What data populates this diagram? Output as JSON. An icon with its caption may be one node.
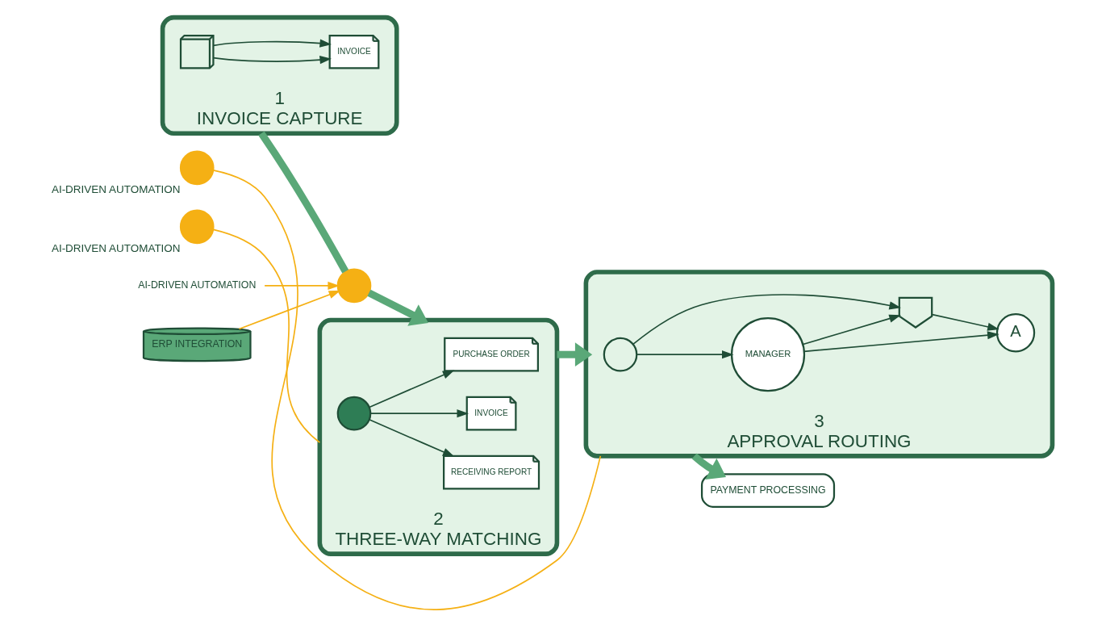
{
  "diagram": {
    "nodes": [
      {
        "text": [
          "1",
          "INVOICE CAPTURE"
        ]
      },
      {
        "text": [],
        "shape": "scanner",
        "in": 0
      },
      {
        "text": [
          "INVOICE"
        ],
        "in": 0
      },
      {
        "text": [
          "AI-DRIVEN AUTOMATION"
        ]
      },
      {
        "text": [],
        "shape": "circle"
      },
      {
        "text": [
          "ERP INTEGRATION"
        ]
      },
      {
        "text": [
          "2",
          "THREE-WAY MATCHING"
        ]
      },
      {
        "text": [
          "PURCHASE ORDER"
        ],
        "in": 6
      },
      {
        "text": [
          "RECEIVING REPORT"
        ],
        "in": 6
      },
      {
        "text": [],
        "shape": "circle",
        "in": 6
      },
      {
        "text": [
          "INVOICE"
        ],
        "in": 6
      },
      {
        "text": [],
        "shape": "circle",
        "beside": [
          "AI-DRIVEN AUTOMATION"
        ]
      },
      {
        "text": [
          "3",
          "APPROVAL ROUTING"
        ]
      },
      {
        "text": [],
        "shape": "person",
        "in": 12
      },
      {
        "text": [
          "MANAGER"
        ],
        "in": 12
      },
      {
        "text": [],
        "shape": "stamp",
        "in": 12
      },
      {
        "text": [
          "A"
        ],
        "in": 12
      },
      {
        "text": [],
        "shape": "circle",
        "beside": [
          "AI-DRIVEN AUTOMATION"
        ]
      },
      {
        "text": [
          "PAYMENT PROCESSING"
        ]
      }
    ],
    "edges": [
      {
        "from": 1,
        "to": 2,
        "arrow": "to"
      },
      {
        "from": 1,
        "to": 2,
        "arrow": "to"
      },
      {
        "from": 0,
        "to": 4,
        "arrow": "none",
        "style": "thick",
        "color": "#5aa878"
      },
      {
        "from": 3,
        "to": 4,
        "arrow": "to",
        "color": "#f5b014"
      },
      {
        "from": 5,
        "to": 4,
        "arrow": "to",
        "color": "#f5b014"
      },
      {
        "from": 4,
        "to": 6,
        "arrow": "to",
        "style": "thick",
        "color": "#5aa878"
      },
      {
        "from": 9,
        "to": 7,
        "arrow": "to"
      },
      {
        "from": 9,
        "to": 8,
        "arrow": "to"
      },
      {
        "from": 9,
        "to": 10,
        "arrow": "to"
      },
      {
        "from": 6,
        "to": 11,
        "arrow": "none",
        "color": "#f5b014"
      },
      {
        "from": 6,
        "to": 12,
        "arrow": "to",
        "style": "thick",
        "color": "#5aa878"
      },
      {
        "from": 13,
        "to": 14,
        "arrow": "to"
      },
      {
        "from": 13,
        "to": 15,
        "arrow": "to"
      },
      {
        "from": 14,
        "to": 15,
        "arrow": "to"
      },
      {
        "from": 15,
        "to": 16,
        "arrow": "to"
      },
      {
        "from": 14,
        "to": 16,
        "arrow": "to"
      },
      {
        "from": 12,
        "to": 17,
        "arrow": "none",
        "color": "#f5b014"
      },
      {
        "from": 12,
        "to": 18,
        "arrow": "to",
        "style": "thick",
        "color": "#5aa878"
      }
    ]
  }
}
